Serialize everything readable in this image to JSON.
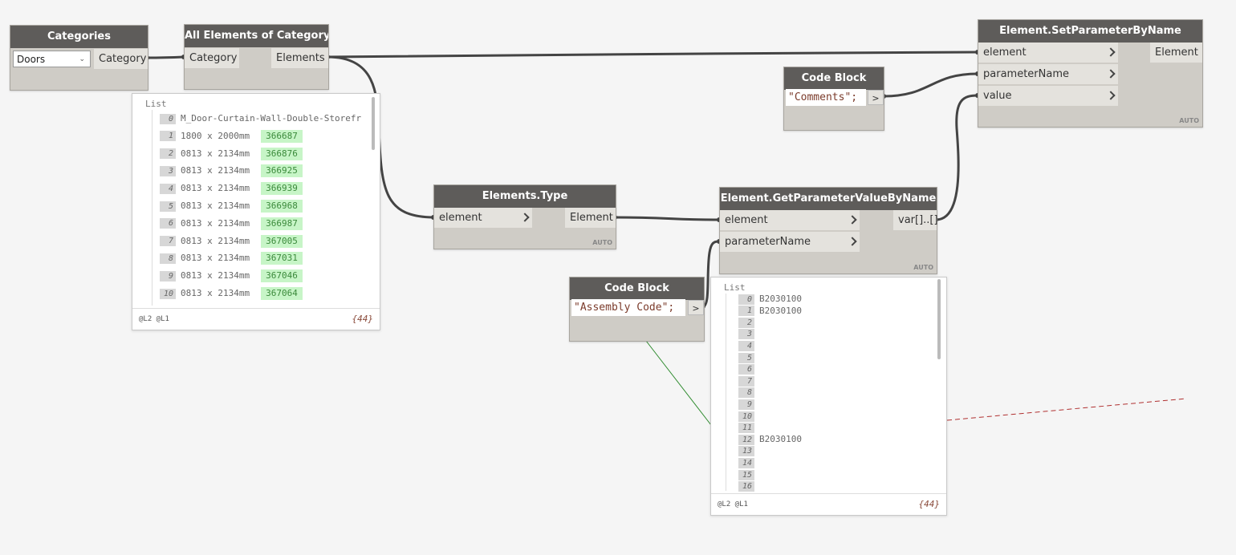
{
  "nodes": {
    "categories": {
      "title": "Categories",
      "dropdown_value": "Doors",
      "output": "Category"
    },
    "all_elements": {
      "title": "All Elements of Category",
      "input": "Category",
      "output": "Elements"
    },
    "set_param": {
      "title": "Element.SetParameterByName",
      "inputs": [
        "element",
        "parameterName",
        "value"
      ],
      "output": "Element",
      "lacing": "AUTO"
    },
    "code_block_1": {
      "title": "Code Block",
      "code": "\"Comments\";",
      "output": ">"
    },
    "elements_type": {
      "title": "Elements.Type",
      "input": "element",
      "output": "Element",
      "lacing": "AUTO"
    },
    "get_param": {
      "title": "Element.GetParameterValueByName",
      "inputs": [
        "element",
        "parameterName"
      ],
      "output": "var[]..[]",
      "lacing": "AUTO"
    },
    "code_block_2": {
      "title": "Code Block",
      "code": "\"Assembly Code\";",
      "output": ">"
    }
  },
  "preview_elements": {
    "title": "List",
    "items": [
      {
        "index": "0",
        "text": "M_Door-Curtain-Wall-Double-Storefr",
        "id": ""
      },
      {
        "index": "1",
        "text": "1800 x 2000mm",
        "id": "366687"
      },
      {
        "index": "2",
        "text": "0813 x 2134mm",
        "id": "366876"
      },
      {
        "index": "3",
        "text": "0813 x 2134mm",
        "id": "366925"
      },
      {
        "index": "4",
        "text": "0813 x 2134mm",
        "id": "366939"
      },
      {
        "index": "5",
        "text": "0813 x 2134mm",
        "id": "366968"
      },
      {
        "index": "6",
        "text": "0813 x 2134mm",
        "id": "366987"
      },
      {
        "index": "7",
        "text": "0813 x 2134mm",
        "id": "367005"
      },
      {
        "index": "8",
        "text": "0813 x 2134mm",
        "id": "367031"
      },
      {
        "index": "9",
        "text": "0813 x 2134mm",
        "id": "367046"
      },
      {
        "index": "10",
        "text": "0813 x 2134mm",
        "id": "367064"
      }
    ],
    "levels": "@L2 @L1",
    "count": "{44}"
  },
  "preview_values": {
    "title": "List",
    "items": [
      {
        "index": "0",
        "text": "B2030100"
      },
      {
        "index": "1",
        "text": "B2030100"
      },
      {
        "index": "2",
        "text": ""
      },
      {
        "index": "3",
        "text": ""
      },
      {
        "index": "4",
        "text": ""
      },
      {
        "index": "5",
        "text": ""
      },
      {
        "index": "6",
        "text": ""
      },
      {
        "index": "7",
        "text": ""
      },
      {
        "index": "8",
        "text": ""
      },
      {
        "index": "9",
        "text": ""
      },
      {
        "index": "10",
        "text": ""
      },
      {
        "index": "11",
        "text": ""
      },
      {
        "index": "12",
        "text": "B2030100"
      },
      {
        "index": "13",
        "text": ""
      },
      {
        "index": "14",
        "text": ""
      },
      {
        "index": "15",
        "text": ""
      },
      {
        "index": "16",
        "text": ""
      }
    ],
    "levels": "@L2 @L1",
    "count": "{44}"
  },
  "colors": {
    "node_header": "#5e5c5a",
    "node_body": "#cfccc6",
    "wire": "#444444",
    "id_highlight": "#c7f5c7",
    "warning_wire": "#b03030",
    "preview_wire": "#2e8b2e"
  }
}
